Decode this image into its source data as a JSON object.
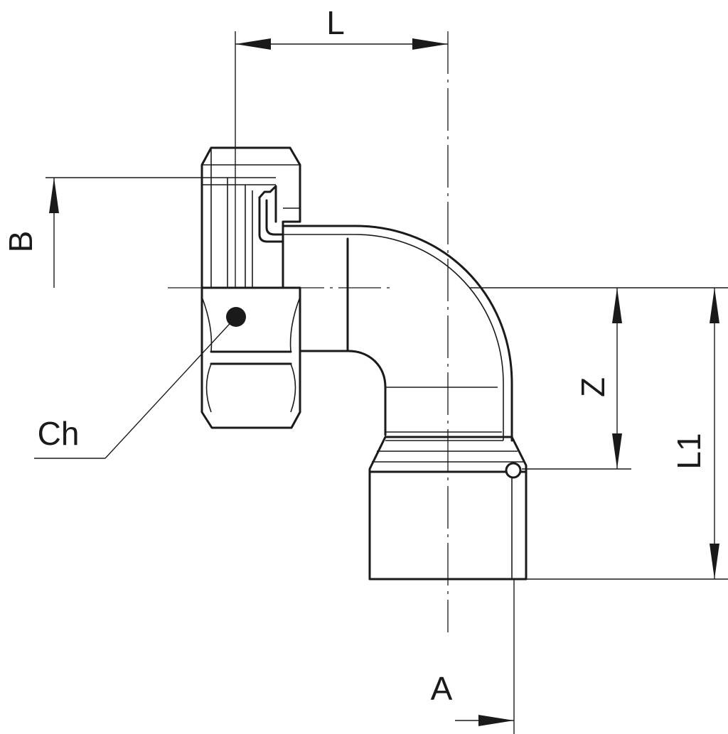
{
  "labels": {
    "L": "L",
    "B": "B",
    "Z": "Z",
    "L1": "L1",
    "Ch": "Ch",
    "A": "A"
  },
  "colors": {
    "line": "#1a1a1a",
    "background": "#ffffff"
  }
}
